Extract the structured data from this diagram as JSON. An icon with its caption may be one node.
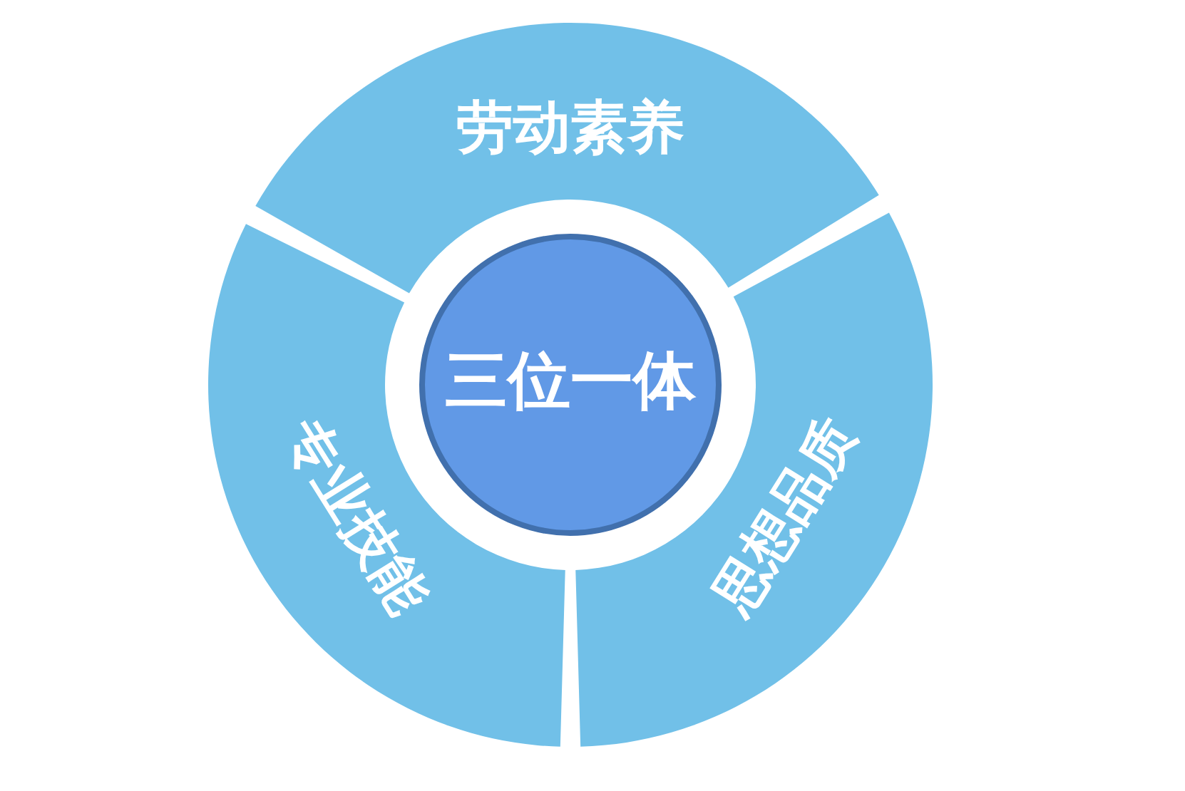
{
  "diagram": {
    "nodes": [
      {
        "text": [
          "劳动素养"
        ]
      },
      {
        "text": [
          "三位一体"
        ]
      },
      {
        "text": [
          "专业技能"
        ]
      },
      {
        "text": [
          "思想品质"
        ]
      }
    ]
  }
}
